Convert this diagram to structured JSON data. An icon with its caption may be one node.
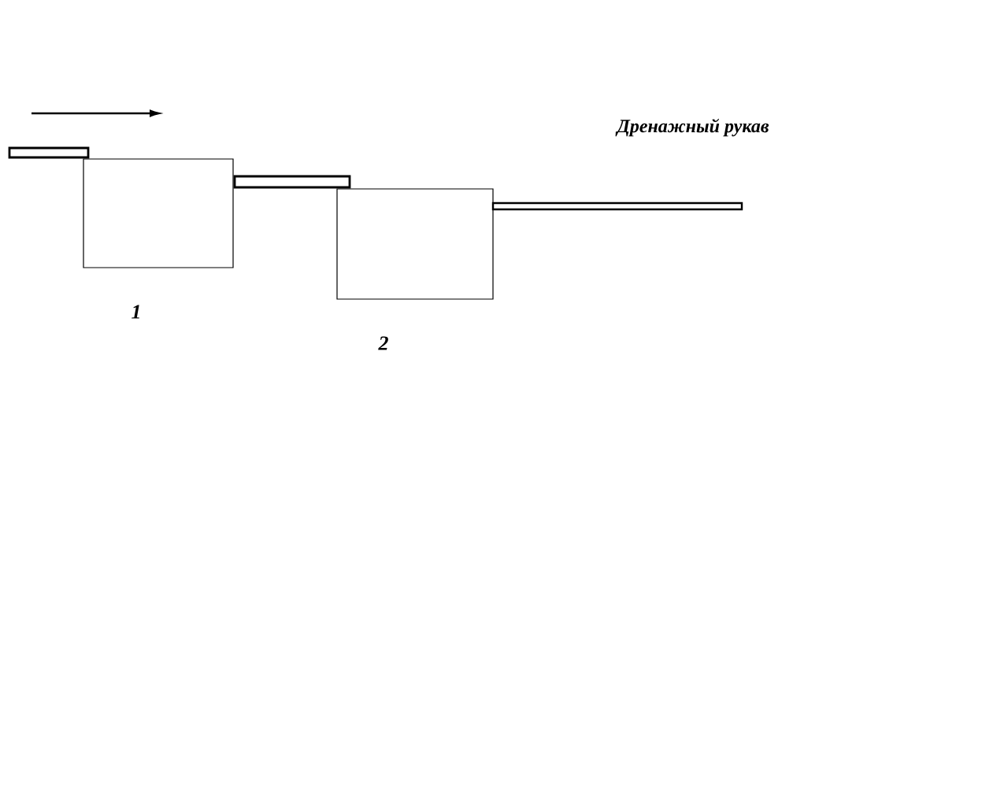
{
  "diagram": {
    "nodes": [
      {
        "text": [],
        "shape": "box",
        "beside": [
          "1"
        ]
      },
      {
        "text": [],
        "shape": "box",
        "beside": [
          "2"
        ]
      }
    ],
    "labels": [
      "Дренажный рукав"
    ]
  }
}
